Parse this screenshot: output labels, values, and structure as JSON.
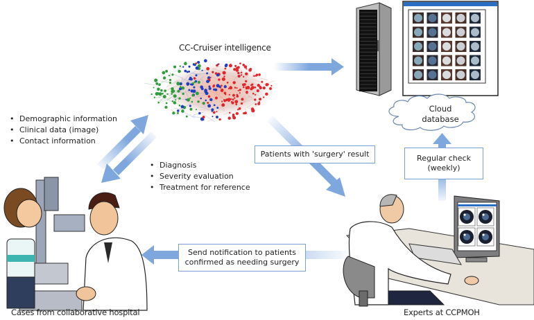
{
  "title": "CC-Cruiser intelligence",
  "colors": {
    "arrow": "#7ea7de",
    "box_border": "#7aa0d6",
    "node_red": "#e0262a",
    "node_blue": "#1f3fbf",
    "node_green": "#2f9e3a"
  },
  "nodes": {
    "ai": {
      "label": "CC-Cruiser intelligence"
    },
    "server": {
      "label": "server-rack",
      "icon": "server-rack-icon"
    },
    "image_db": {
      "label": "cataract-image-grid",
      "grid_rows": 5,
      "grid_cols": 5
    },
    "cloud": {
      "label_line1": "Cloud",
      "label_line2": "database"
    },
    "hospital": {
      "label": "Cases from collaborative hospital"
    },
    "experts": {
      "label": "Experts at CCPMOH"
    }
  },
  "inputs_list": {
    "items": [
      "Demographic information",
      "Clinical data (image)",
      "Contact information"
    ]
  },
  "outputs_list": {
    "items": [
      "Diagnosis",
      "Severity evaluation",
      "Treatment for reference"
    ]
  },
  "boxes": {
    "surgery_result": "Patients with 'surgery' result",
    "regular_check_line1": "Regular check",
    "regular_check_line2": "(weekly)",
    "notify_line1": "Send notification to patients",
    "notify_line2": "confirmed as needing surgery"
  }
}
